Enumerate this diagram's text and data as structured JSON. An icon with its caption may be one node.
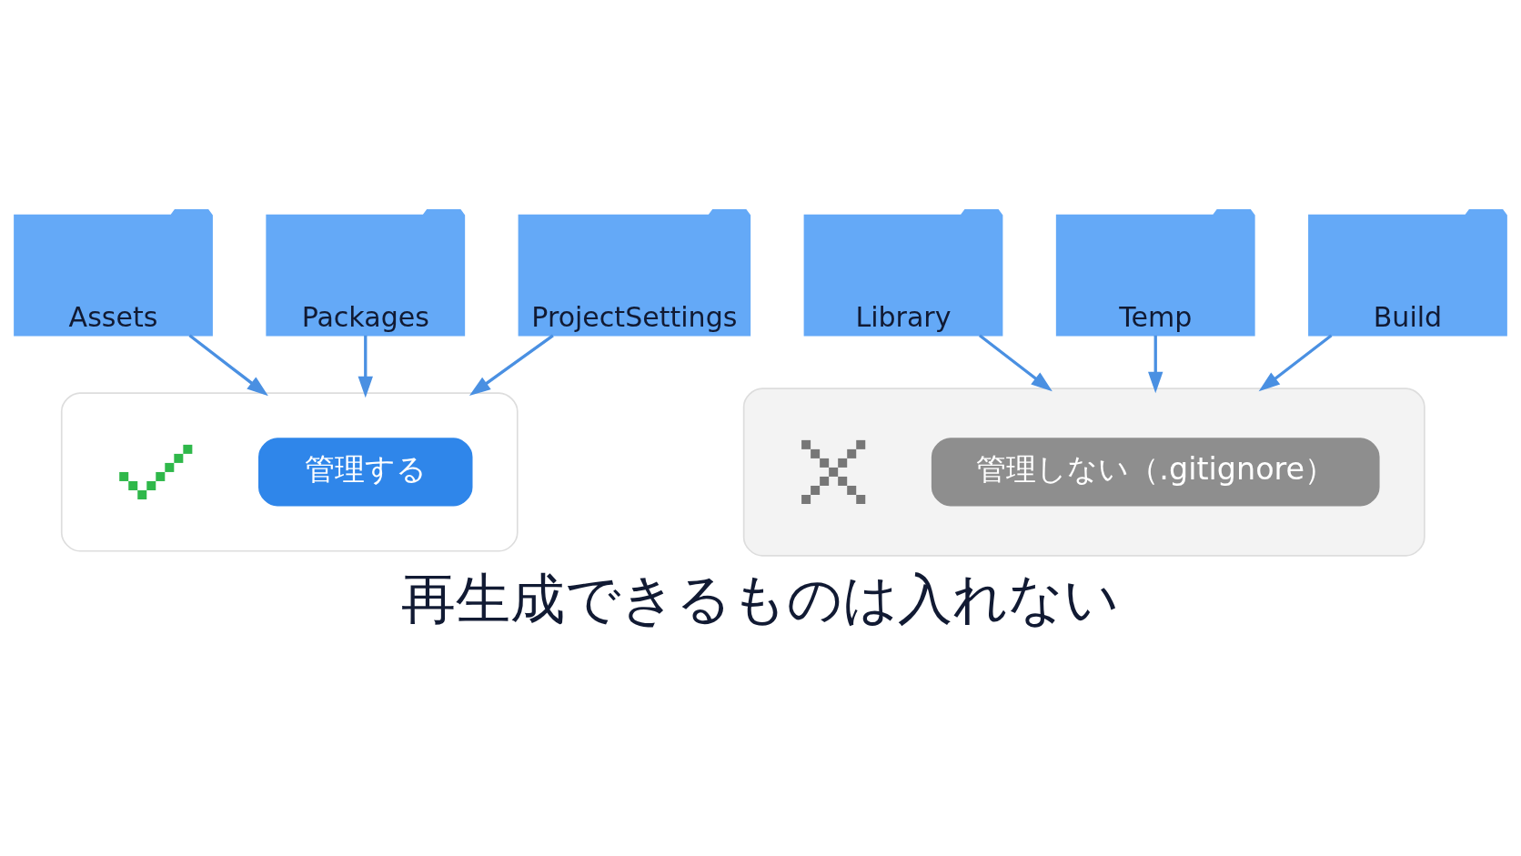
{
  "diagram": {
    "caption": "再生成できるものは入れない",
    "nodes": [
      {
        "text": [
          "Assets"
        ]
      },
      {
        "text": [
          "Packages"
        ]
      },
      {
        "text": [
          "ProjectSettings"
        ]
      },
      {
        "text": [
          "Library"
        ]
      },
      {
        "text": [
          "Temp"
        ]
      },
      {
        "text": [
          "Build"
        ]
      },
      {
        "text": [],
        "shape": "box"
      },
      {
        "text": [
          "管理する"
        ],
        "in": 6
      },
      {
        "text": [],
        "shape": "checkmark",
        "in": 6
      },
      {
        "text": [],
        "shape": "box"
      },
      {
        "text": [
          "管理しない（.gitignore）"
        ],
        "in": 9
      },
      {
        "text": [],
        "shape": "cross",
        "in": 9
      }
    ],
    "edges": [
      {
        "from": 0,
        "to": 6,
        "arrow": "to"
      },
      {
        "from": 1,
        "to": 6,
        "arrow": "to"
      },
      {
        "from": 2,
        "to": 6,
        "arrow": "to"
      },
      {
        "from": 3,
        "to": 9,
        "arrow": "to"
      },
      {
        "from": 4,
        "to": 9,
        "arrow": "to"
      },
      {
        "from": 5,
        "to": 9,
        "arrow": "to"
      }
    ]
  }
}
